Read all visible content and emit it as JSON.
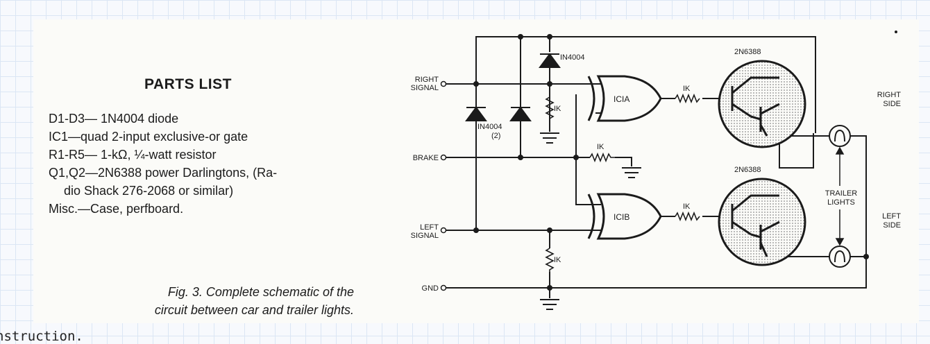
{
  "parts_list": {
    "title": "PARTS LIST",
    "items": [
      "D1-D3— 1N4004 diode",
      "IC1—quad 2-input exclusive-or gate",
      "R1-R5— 1-kΩ, ¼-watt resistor",
      "Q1,Q2—2N6388 power Darlingtons, (Ra-",
      "dio Shack 276-2068 or similar)",
      "Misc.—Case, perfboard."
    ]
  },
  "caption": {
    "line1": "Fig. 3. Complete schematic of the",
    "line2": "circuit between car and trailer lights."
  },
  "footer_text": "nstruction.",
  "schematic": {
    "inputs": {
      "right_signal_1": "RIGHT",
      "right_signal_2": "SIGNAL",
      "brake": "BRAKE",
      "left_signal_1": "LEFT",
      "left_signal_2": "SIGNAL",
      "gnd": "GND"
    },
    "diode_top_label": "IN4004",
    "diode_pair_label_1": "IN4004",
    "diode_pair_label_2": "(2)",
    "resistor_label": "IK",
    "gate_a_label": "ICIA",
    "gate_b_label": "ICIB",
    "transistor_label": "2N6388",
    "outputs": {
      "right_side_1": "RIGHT",
      "right_side_2": "SIDE",
      "left_side_1": "LEFT",
      "left_side_2": "SIDE",
      "trailer_1": "TRAILER",
      "trailer_2": "LIGHTS"
    }
  }
}
